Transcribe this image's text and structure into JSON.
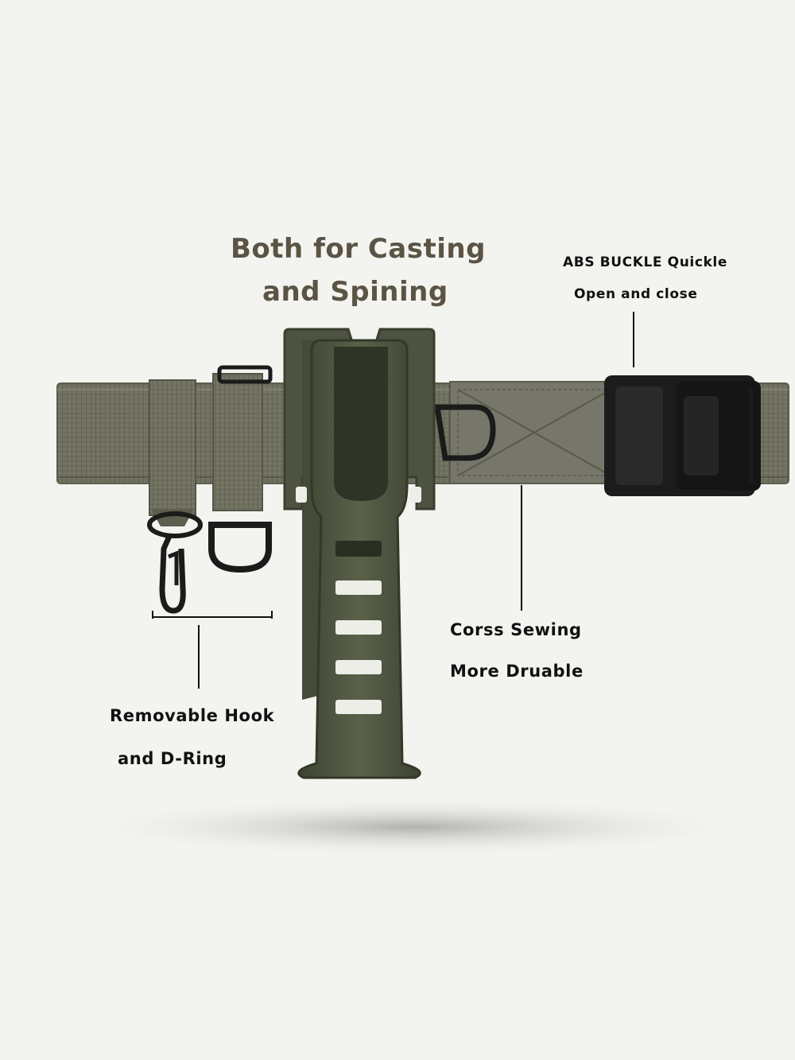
{
  "headline": {
    "line1": "Both for Casting",
    "line2": "and Spining",
    "color": "#5b5445"
  },
  "callouts": {
    "buckle": {
      "line1": "ABS BUCKLE Quickle",
      "line2": "Open and close"
    },
    "sewing": {
      "line1": "Corss Sewing",
      "line2": "More Druable"
    },
    "hook": {
      "line1": "Removable Hook",
      "line2": "and D-Ring"
    }
  },
  "colors": {
    "webbing": "#6f6f5e",
    "rod_holder": "#4f5540",
    "buckle": "#1c1c1c",
    "background": "#f3f3f0"
  }
}
